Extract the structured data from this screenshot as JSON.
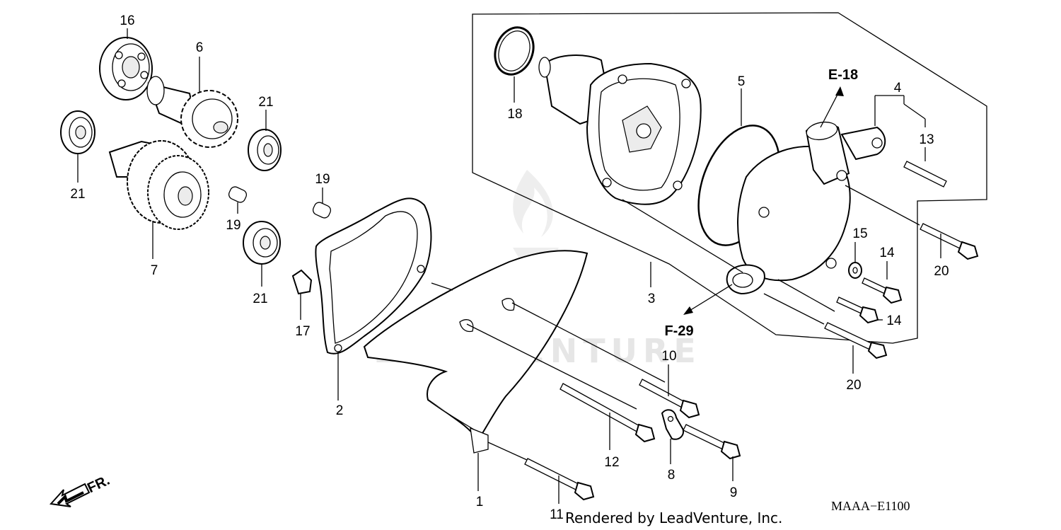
{
  "diagram": {
    "callouts": [
      {
        "id": "c1",
        "text": "1"
      },
      {
        "id": "c2",
        "text": "2"
      },
      {
        "id": "c3",
        "text": "3"
      },
      {
        "id": "c4",
        "text": "4"
      },
      {
        "id": "c5",
        "text": "5"
      },
      {
        "id": "c6",
        "text": "6"
      },
      {
        "id": "c7",
        "text": "7"
      },
      {
        "id": "c8",
        "text": "8"
      },
      {
        "id": "c9",
        "text": "9"
      },
      {
        "id": "c10",
        "text": "10"
      },
      {
        "id": "c11",
        "text": "11"
      },
      {
        "id": "c12",
        "text": "12"
      },
      {
        "id": "c13",
        "text": "13"
      },
      {
        "id": "c14a",
        "text": "14"
      },
      {
        "id": "c14b",
        "text": "14"
      },
      {
        "id": "c15",
        "text": "15"
      },
      {
        "id": "c16",
        "text": "16"
      },
      {
        "id": "c17",
        "text": "17"
      },
      {
        "id": "c18",
        "text": "18"
      },
      {
        "id": "c19a",
        "text": "19"
      },
      {
        "id": "c19b",
        "text": "19"
      },
      {
        "id": "c20a",
        "text": "20"
      },
      {
        "id": "c20b",
        "text": "20"
      },
      {
        "id": "c21a",
        "text": "21"
      },
      {
        "id": "c21b",
        "text": "21"
      },
      {
        "id": "c21c",
        "text": "21"
      }
    ],
    "references": {
      "e18": "E-18",
      "f29": "F-29"
    },
    "direction_label": "FR.",
    "diagram_code": "MAAA−E1100",
    "credit": "Rendered by LeadVenture, Inc.",
    "watermark": "LEADVENTURE"
  }
}
